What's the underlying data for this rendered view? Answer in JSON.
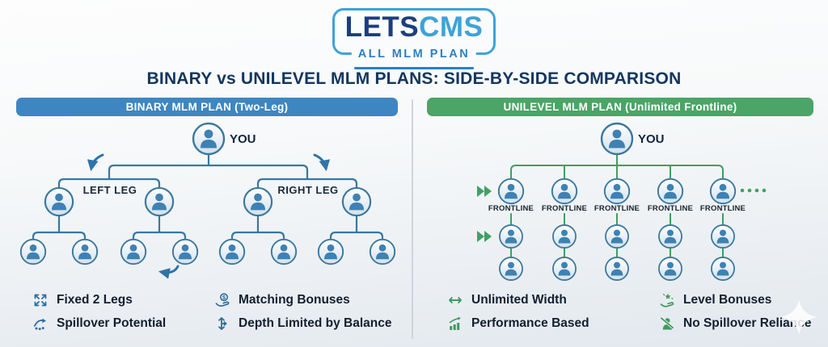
{
  "logo": {
    "brand_primary": "LETS",
    "brand_secondary": "CMS",
    "tagline": "ALL MLM PLAN"
  },
  "title": "BINARY vs UNILEVEL MLM PLANS: SIDE-BY-SIDE COMPARISON",
  "binary_panel": {
    "header": "BINARY MLM PLAN (Two-Leg)",
    "tree": {
      "root": "YOU",
      "left_leg": "LEFT LEG",
      "right_leg": "RIGHT LEG"
    },
    "features": [
      {
        "icon": "expand-arrows-icon",
        "label": "Fixed 2 Legs"
      },
      {
        "icon": "spillover-arrow-icon",
        "label": "Spillover Potential"
      },
      {
        "icon": "coin-hand-icon",
        "label": "Matching Bonuses"
      },
      {
        "icon": "depth-arrows-icon",
        "label": "Depth Limited by Balance"
      }
    ]
  },
  "unilevel_panel": {
    "header": "UNILEVEL MLM PLAN (Unlimited Frontline)",
    "tree": {
      "root": "YOU",
      "frontline": "FRONTLINE"
    },
    "features": [
      {
        "icon": "width-arrows-icon",
        "label": "Unlimited Width"
      },
      {
        "icon": "growth-chart-icon",
        "label": "Performance Based"
      },
      {
        "icon": "star-hand-icon",
        "label": "Level Bonuses"
      },
      {
        "icon": "no-spillover-icon",
        "label": "No Spillover Reliance"
      }
    ]
  },
  "colors": {
    "binary-accent": "#3e86c1",
    "unilevel-accent": "#4aa566",
    "tree-line-blue": "#39789f",
    "tree-line-green": "#3f9e63",
    "person-fill": "#3e81b3",
    "title-color": "#12365f",
    "text-dark": "#131f30",
    "logo-navy": "#1c3e7e",
    "logo-blue": "#3ea2d9",
    "logo-mid-blue": "#2b7fc3"
  }
}
